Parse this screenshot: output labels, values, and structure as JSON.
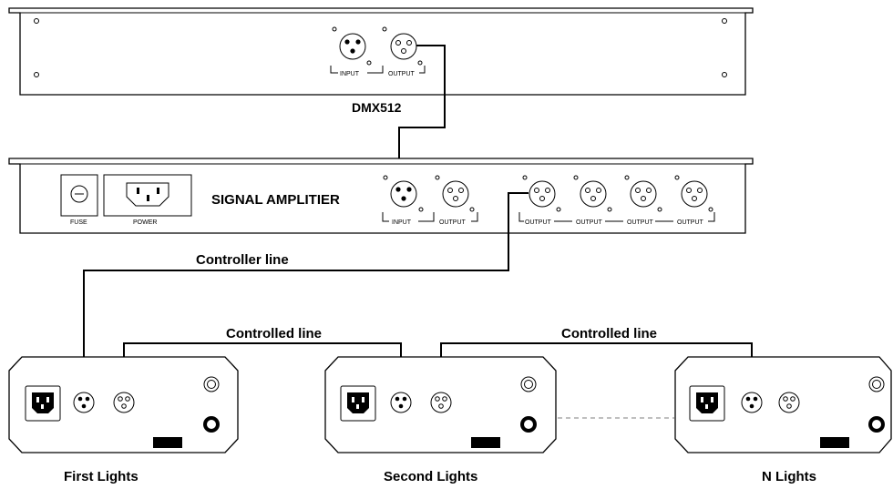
{
  "controller": {
    "input_label": "INPUT",
    "output_label": "OUTPUT",
    "signal_label": "DMX512"
  },
  "amplifier": {
    "title": "SIGNAL AMPLITIER",
    "fuse_label": "FUSE",
    "power_label": "POWER",
    "input_label": "INPUT",
    "output_label": "OUTPUT",
    "out1_label": "OUTPUT",
    "out2_label": "OUTPUT",
    "out3_label": "OUTPUT",
    "out4_label": "OUTPUT"
  },
  "lines": {
    "controller_line": "Controller  line",
    "controlled_line_1": "Controlled line",
    "controlled_line_2": "Controlled line"
  },
  "fixtures": {
    "first": "First Lights",
    "second": "Second Lights",
    "n": "N Lights"
  }
}
